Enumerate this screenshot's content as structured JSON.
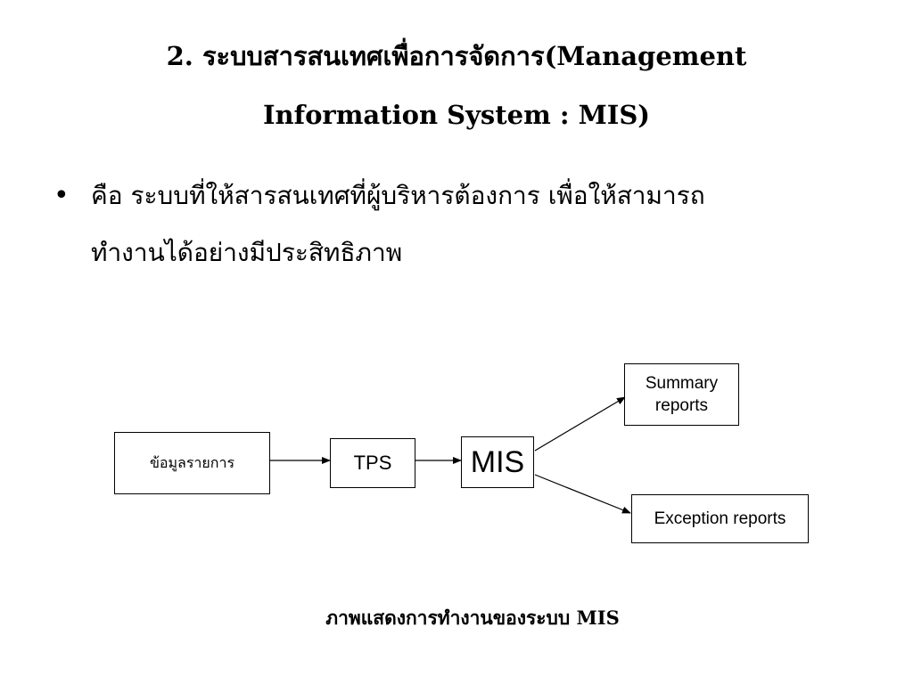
{
  "title": {
    "line1": "2. ระบบสารสนเทศเพื่อการจัดการ(Management",
    "line2": "Information System : MIS)"
  },
  "bullet": {
    "symbol": "•",
    "line1": "คือ ระบบที่ให้สารสนเทศที่ผู้บริหารต้องการ เพื่อให้สามารถ",
    "line2": "ทำงานได้อย่างมีประสิทธิภาพ"
  },
  "diagram": {
    "input_box": "ข้อมูลรายการ",
    "tps_box": "TPS",
    "mis_box": "MIS",
    "summary_box_line1": "Summary",
    "summary_box_line2": "reports",
    "exception_box": "Exception reports"
  },
  "caption": "ภาพแสดงการทำงานของระบบ MIS"
}
